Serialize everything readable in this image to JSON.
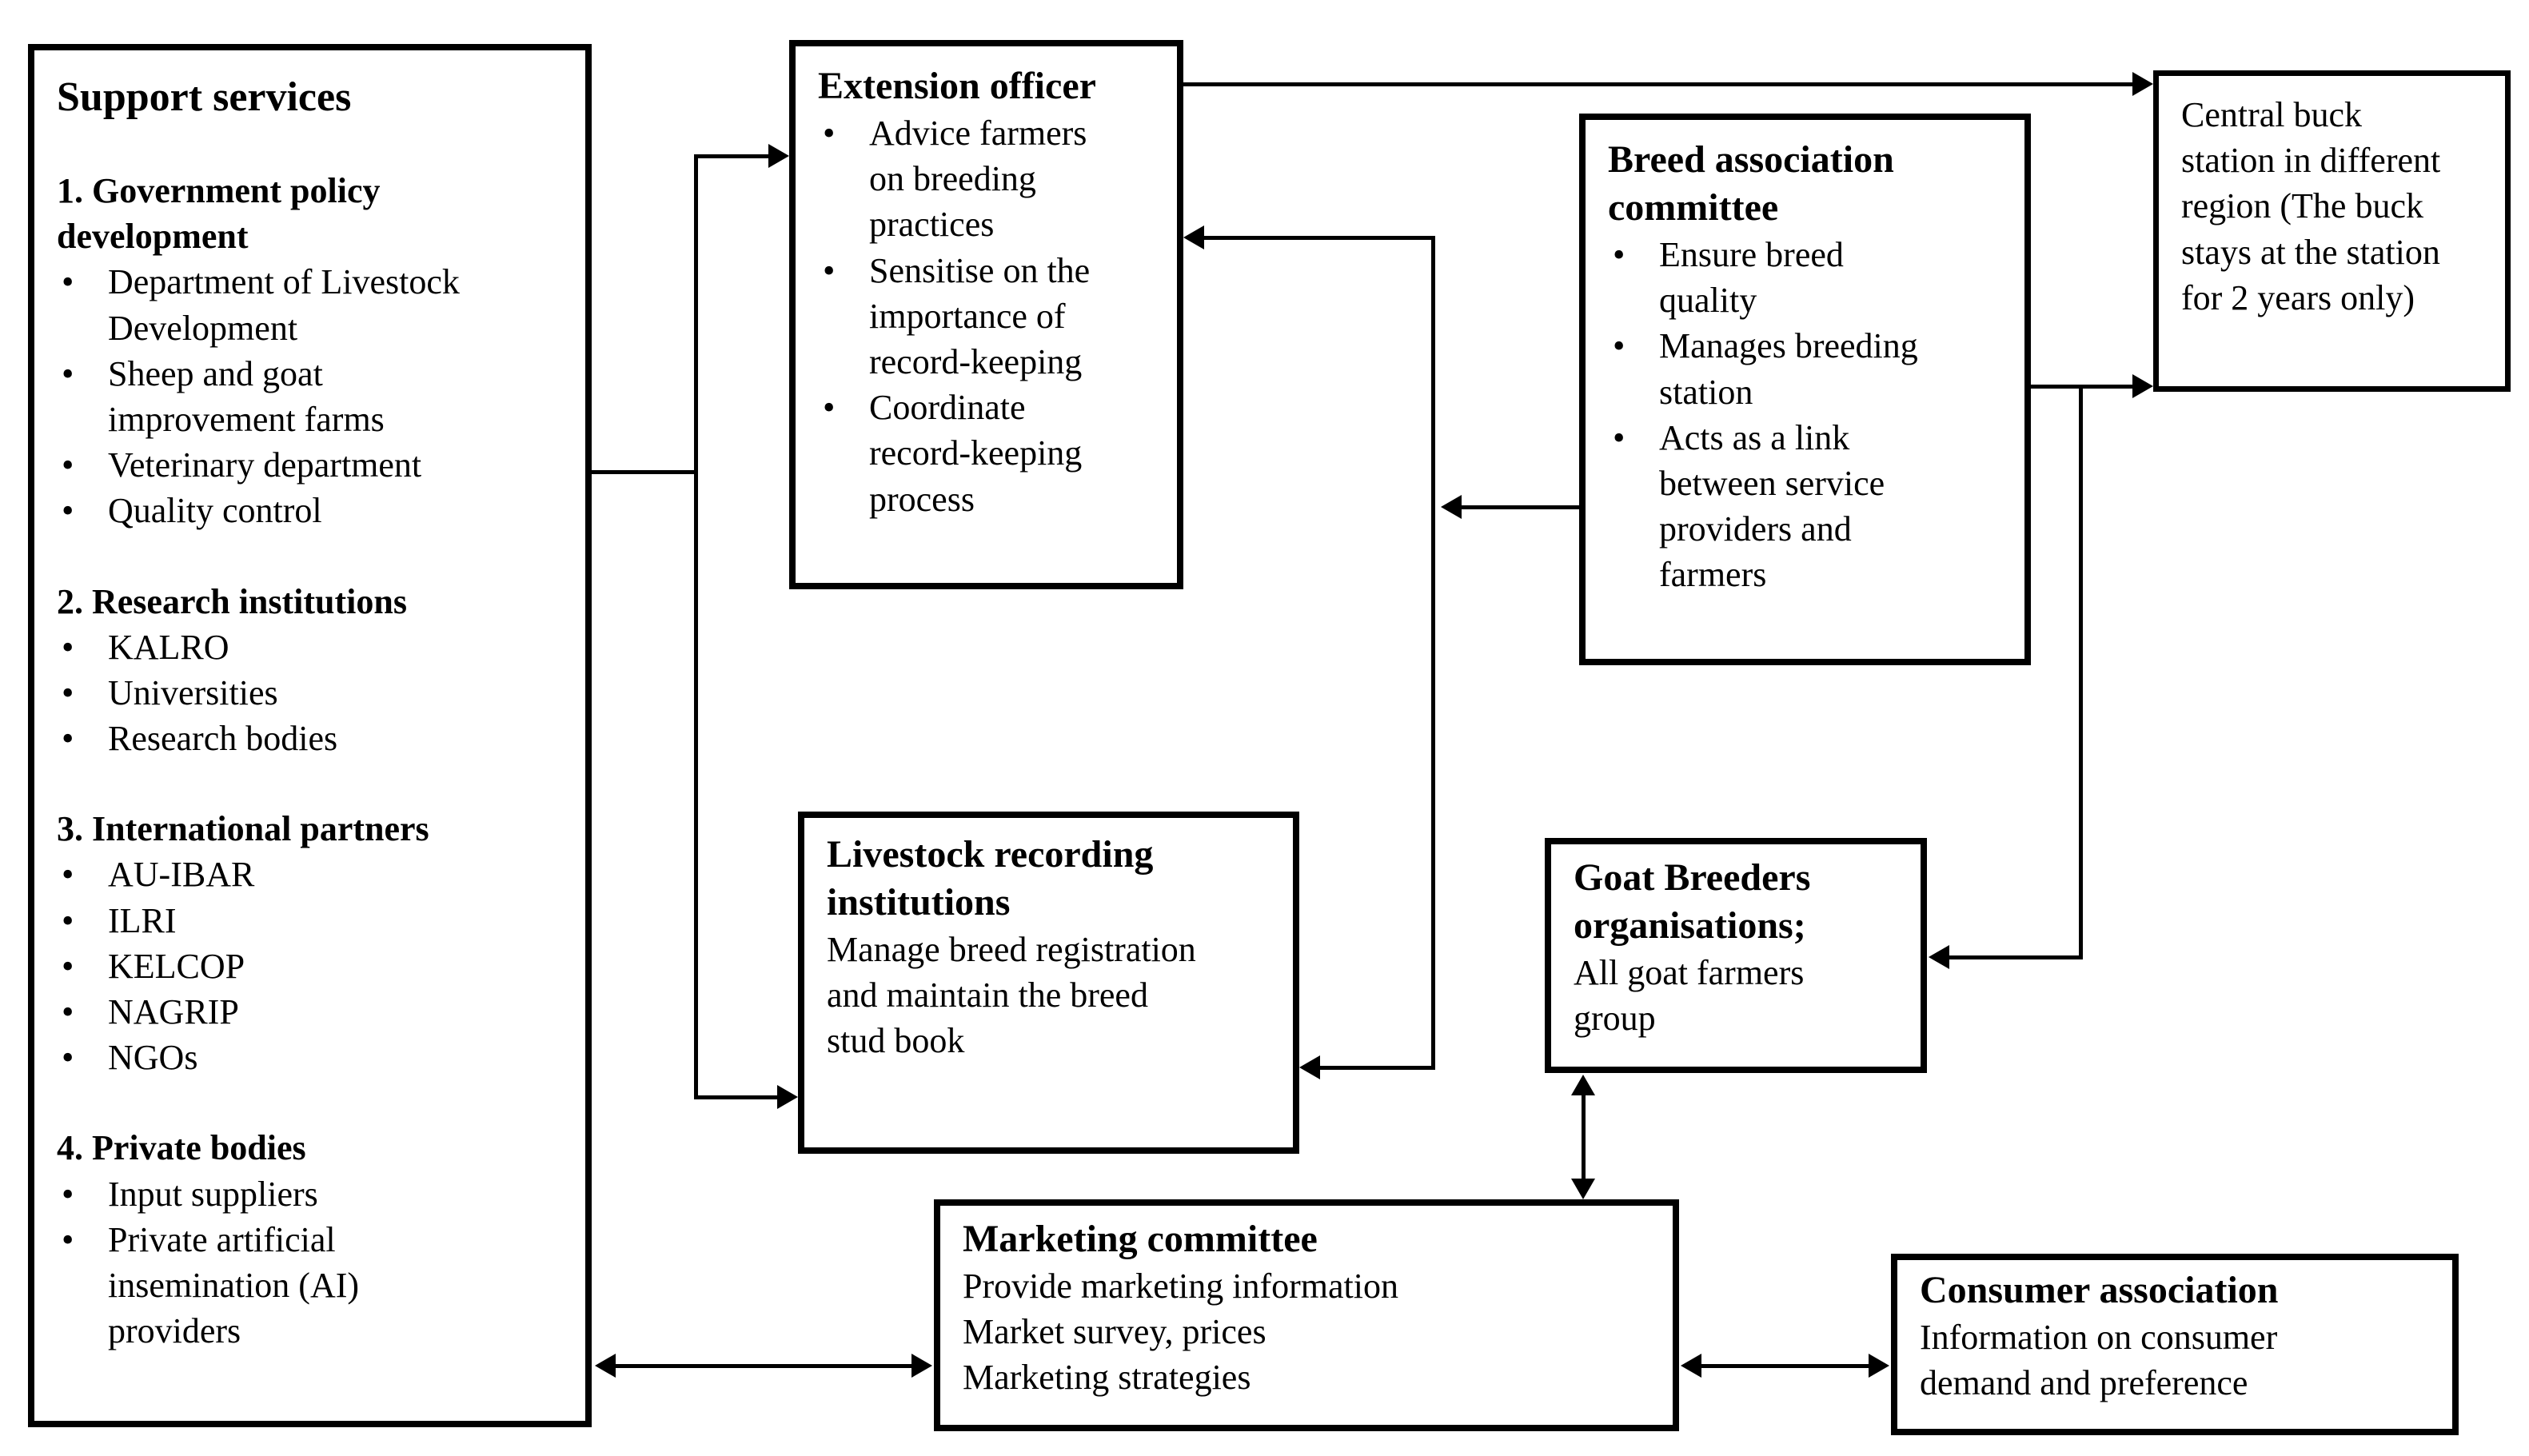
{
  "colors": {
    "line": "#000000",
    "background": "#ffffff",
    "text": "#000000"
  },
  "nodes": {
    "support_services": {
      "title": "Support services",
      "sections": [
        {
          "heading": "1. Government policy development",
          "items": [
            "Department of Livestock Development",
            "Sheep and goat improvement farms",
            "Veterinary department",
            "Quality control"
          ]
        },
        {
          "heading": "2. Research institutions",
          "items": [
            "KALRO",
            "Universities",
            "Research bodies"
          ]
        },
        {
          "heading": "3. International partners",
          "items": [
            "AU-IBAR",
            "ILRI",
            "KELCOP",
            "NAGRIP",
            "NGOs"
          ]
        },
        {
          "heading": "4. Private bodies",
          "items": [
            "Input suppliers",
            "Private artificial insemination (AI) providers"
          ]
        }
      ]
    },
    "extension_officer": {
      "title": "Extension officer",
      "items": [
        "Advice farmers on breeding practices",
        "Sensitise on the importance of record-keeping",
        "Coordinate record-keeping process"
      ]
    },
    "breed_association": {
      "title": "Breed association committee",
      "items": [
        "Ensure breed quality",
        "Manages breeding station",
        "Acts as a link between service providers and farmers"
      ]
    },
    "central_buck_station": {
      "text": "Central buck station in different region (The buck stays at the station for 2 years only)"
    },
    "livestock_recording": {
      "title": "Livestock recording institutions",
      "text": "Manage breed registration and maintain the breed stud book"
    },
    "goat_breeders": {
      "title": "Goat Breeders organisations;",
      "text": "All goat farmers group"
    },
    "marketing_committee": {
      "title": "Marketing committee",
      "lines": [
        "Provide marketing information",
        "Market survey, prices",
        "Marketing strategies"
      ]
    },
    "consumer_association": {
      "title": "Consumer association",
      "text": "Information on consumer demand and preference"
    }
  }
}
